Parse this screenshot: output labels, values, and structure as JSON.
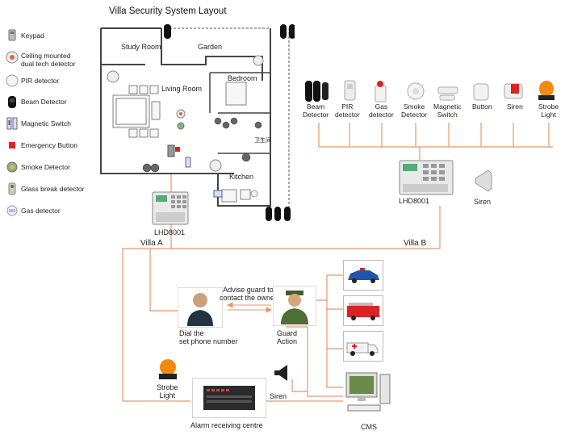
{
  "title": "Villa Security System Layout",
  "legend": [
    {
      "label": "Keypad",
      "icon": "keypad-icon"
    },
    {
      "label": "Ceiling mounted dual tech detector",
      "line1": "Ceiling mounted",
      "line2": "dual tech detector",
      "icon": "dual-tech-detector-icon"
    },
    {
      "label": "PIR detector",
      "icon": "pir-detector-icon"
    },
    {
      "label": "Beam Detector",
      "icon": "beam-detector-icon"
    },
    {
      "label": "Magnetic Switch",
      "icon": "magnetic-switch-icon"
    },
    {
      "label": "Emergency Button",
      "icon": "emergency-button-icon"
    },
    {
      "label": "Smoke Detector",
      "icon": "smoke-detector-icon"
    },
    {
      "label": "Glass break detector",
      "icon": "glass-break-detector-icon"
    },
    {
      "label": "Gas detector",
      "icon": "gas-detector-icon"
    }
  ],
  "floorplan": {
    "study_room": "Study Room",
    "garden": "Garden",
    "living_room": "Living Room",
    "bedroom": "Bedroom",
    "kitchen": "Kitchen",
    "chinese_label": "卫生间"
  },
  "villa_a": {
    "panel": "LHD8001",
    "label": "Villa A"
  },
  "villa_b": {
    "panel": "LHD8001",
    "label": "Villa B",
    "siren": "Siren"
  },
  "devices": [
    {
      "line1": "Beam",
      "line2": "Detector"
    },
    {
      "line1": "PIR",
      "line2": "detector"
    },
    {
      "line1": "Gas",
      "line2": "detector"
    },
    {
      "line1": "Smoke",
      "line2": "Detector"
    },
    {
      "line1": "Magnetic",
      "line2": "Switch"
    },
    {
      "line1": "Button",
      "line2": ""
    },
    {
      "line1": "Siren",
      "line2": ""
    },
    {
      "line1": "Strobe",
      "line2": "Light"
    }
  ],
  "flow": {
    "dial_line1": "Dial the",
    "dial_line2": "set phone number",
    "advise_line1": "Advise guard to",
    "advise_line2": "contact the owner",
    "guard_line1": "Guard",
    "guard_line2": "Action",
    "strobe_line1": "Strobe",
    "strobe_line2": "Light",
    "siren": "Siren",
    "arc": "Alarm receiving centre",
    "cms": "CMS"
  },
  "colors": {
    "wire": "#e8976a",
    "wire_dark": "#d9774a",
    "wall": "#444444"
  }
}
